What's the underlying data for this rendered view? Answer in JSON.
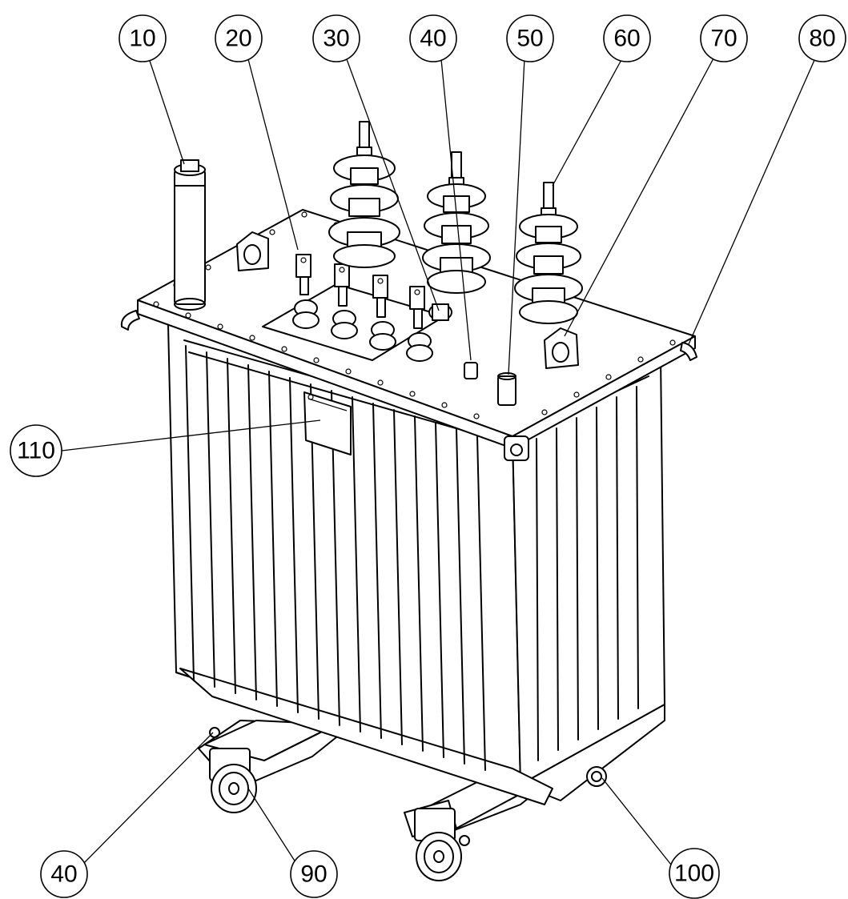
{
  "callouts": [
    {
      "id": "c10",
      "label": "10"
    },
    {
      "id": "c20",
      "label": "20"
    },
    {
      "id": "c30",
      "label": "30"
    },
    {
      "id": "c40a",
      "label": "40"
    },
    {
      "id": "c50",
      "label": "50"
    },
    {
      "id": "c60",
      "label": "60"
    },
    {
      "id": "c70",
      "label": "70"
    },
    {
      "id": "c80",
      "label": "80"
    },
    {
      "id": "c110",
      "label": "110"
    },
    {
      "id": "c40b",
      "label": "40"
    },
    {
      "id": "c90",
      "label": "90"
    },
    {
      "id": "c100",
      "label": "100"
    }
  ],
  "colors": {
    "line": "#000000",
    "background": "#ffffff"
  }
}
